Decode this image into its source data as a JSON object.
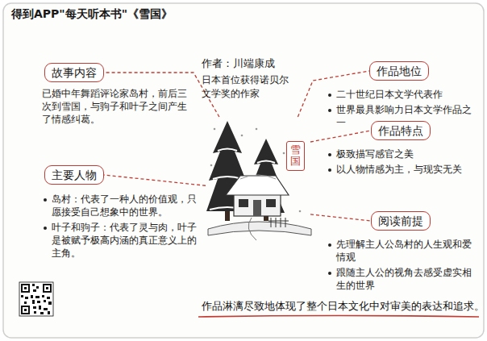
{
  "diagram": {
    "title": "得到APP\"每天听本书\"《雪国》",
    "caption": "作品淋漓尽致地体现了整个日本文化中对审美的表达和追求。",
    "nodes": [
      {
        "text": [
          "雪国"
        ]
      },
      {
        "text": [
          "故事内容",
          "已婚中年舞蹈评论家岛村，前后三次到雪国，与驹子和叶子之间产生了情感纠葛。"
        ]
      },
      {
        "text": [
          "主要人物",
          "岛村：代表了一种人的价值观，只愿接受自己想象中的世界。",
          "叶子和驹子：代表了灵与肉，叶子是被赋予极高内涵的真正意义上的主角。"
        ]
      },
      {
        "text": [
          "作品地位",
          "二十世纪日本文学代表作",
          "世界最具影响力日本文学作品之一"
        ]
      },
      {
        "text": [
          "作品特点",
          "极致描写感官之美",
          "以人物情感为主，与现实无关"
        ]
      },
      {
        "text": [
          "阅读前提",
          "先理解主人公岛村的人生观和爱情观",
          "跟随主人公的视角去感受虚实相生的世界"
        ]
      }
    ],
    "edges": [
      {
        "from": 0,
        "to": 1,
        "arrow": "none"
      },
      {
        "from": 0,
        "to": 2,
        "arrow": "none"
      },
      {
        "from": 0,
        "to": 3,
        "arrow": "none"
      },
      {
        "from": 0,
        "to": 4,
        "arrow": "none"
      },
      {
        "from": 0,
        "to": 5,
        "arrow": "none"
      }
    ],
    "labels": [
      "作者：川端康成",
      "日本首位获得诺贝尔文学奖的作家"
    ]
  }
}
